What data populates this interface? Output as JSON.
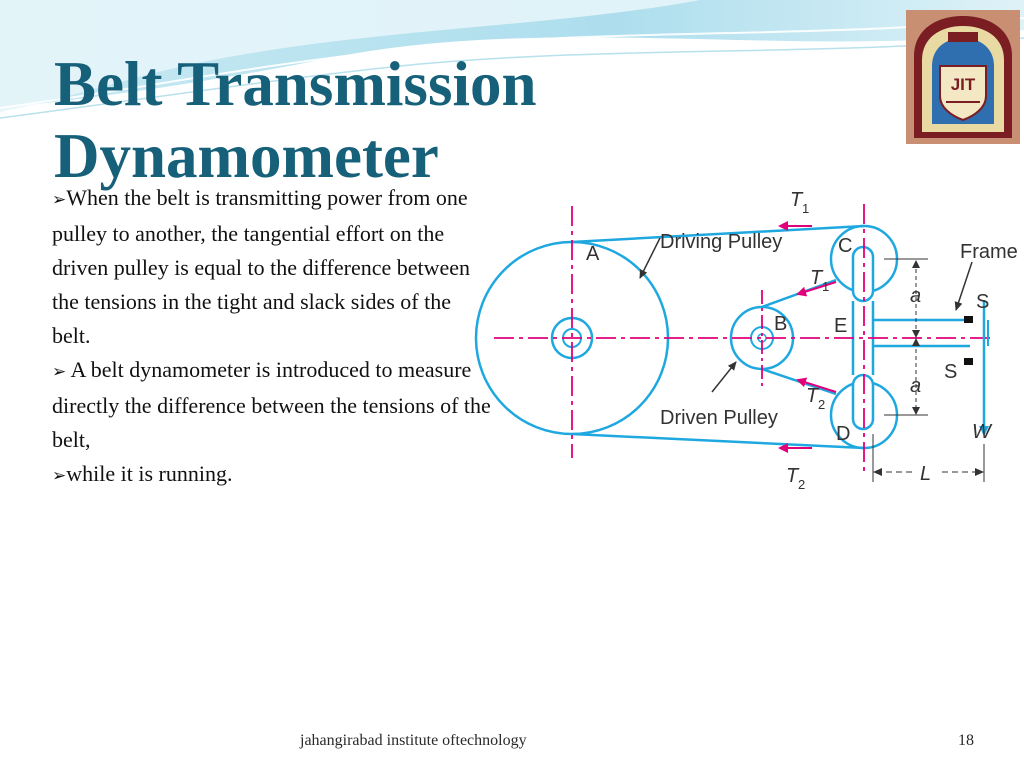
{
  "slide": {
    "title_line1": "Belt Transmission",
    "title_line2": "Dynamometer",
    "paragraphs": [
      "When the belt is transmitting power from one pulley to another, the tangential effort on the driven pulley is equal to the difference between the tensions in the tight and slack sides of the belt.",
      " A belt dynamometer is introduced to measure directly the difference between the tensions of the belt,",
      "while it is running."
    ],
    "bullet_glyph": "➢",
    "logo_text": "JIT",
    "footer": "jahangirabad institute oftechnology",
    "page_number": "18"
  },
  "diagram": {
    "labels": {
      "a_pulley": "A",
      "b_pulley": "B",
      "c_pulley": "C",
      "d_pulley": "D",
      "e_point": "E",
      "driving": "Driving Pulley",
      "driven": "Driven Pulley",
      "frame": "Frame",
      "s_upper": "S",
      "s_lower": "S",
      "w_load": "W",
      "l_length": "L",
      "a_upper": "a",
      "a_lower": "a",
      "t_char": "T",
      "sub_1": "1",
      "sub_2": "2"
    },
    "colors": {
      "belt": "#1fa8e0",
      "centerline": "#e0007a",
      "text": "#333333",
      "title": "#17607a"
    }
  }
}
